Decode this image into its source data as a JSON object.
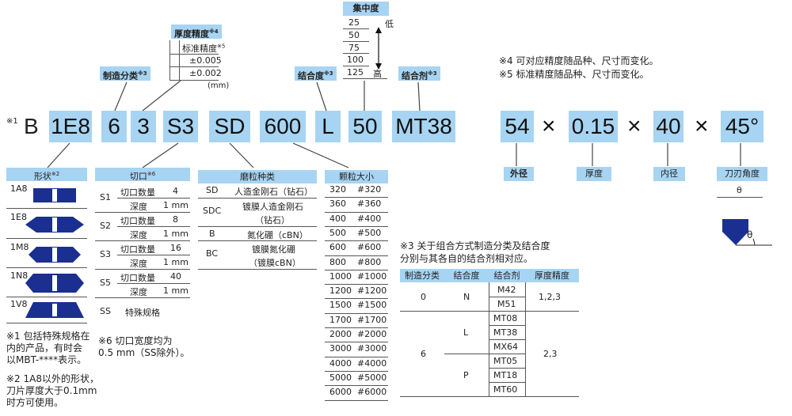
{
  "colors": {
    "accent": "#a7d4f2",
    "shape": "#1b2f91"
  },
  "config": {
    "prefix_mark": "※1",
    "prefix_letter": "B",
    "codes": [
      "1E8",
      "6",
      "3",
      "S3",
      "SD",
      "600",
      "L",
      "50",
      "MT38"
    ],
    "dims": [
      "54",
      "0.15",
      "40",
      "45°"
    ],
    "times": "×"
  },
  "labels": {
    "manufacture": "制造分类",
    "manufacture_mark": "※3",
    "thickness_precision": "厚度精度",
    "thickness_mark": "※4",
    "standard_precision": "标准精度",
    "standard_mark": "※5",
    "precision_1": "±0.005",
    "precision_2": "±0.002",
    "mm_unit": "(mm)",
    "bond_degree": "结合度",
    "bond_degree_mark": "※3",
    "concentration": "集中度",
    "bond_agent": "结合剂",
    "bond_agent_mark": "※3",
    "conc_values": [
      "25",
      "50",
      "75",
      "100",
      "125"
    ],
    "conc_low": "低",
    "conc_high": "高",
    "outer_dia": "外径",
    "thickness": "厚度",
    "inner_dia": "内径",
    "blade_angle": "刀刃角度",
    "theta": "θ"
  },
  "shape_table": {
    "header": "形状",
    "header_mark": "※2",
    "rows": [
      "1A8",
      "1E8",
      "1M8",
      "1N8",
      "1V8"
    ]
  },
  "slot_table": {
    "header": "切口",
    "header_mark": "※6",
    "rows": [
      {
        "code": "S1",
        "count_label": "切口数量",
        "count": "4",
        "depth_label": "深度",
        "depth": "1 mm"
      },
      {
        "code": "S2",
        "count_label": "切口数量",
        "count": "8",
        "depth_label": "深度",
        "depth": "1 mm"
      },
      {
        "code": "S3",
        "count_label": "切口数量",
        "count": "16",
        "depth_label": "深度",
        "depth": "1 mm"
      },
      {
        "code": "S5",
        "count_label": "切口数量",
        "count": "40",
        "depth_label": "深度",
        "depth": "1 mm"
      }
    ],
    "special_code": "SS",
    "special_label": "特殊规格"
  },
  "abrasive_table": {
    "header": "磨粒种类",
    "rows": [
      {
        "code": "SD",
        "desc": "人造金刚石（钻石）"
      },
      {
        "code": "SDC",
        "desc": "镀膜人造金刚石",
        "desc2": "（钻石）"
      },
      {
        "code": "B",
        "desc": "氮化硼（cBN）"
      },
      {
        "code": "BC",
        "desc": "镀膜氮化硼",
        "desc2": "（镀膜cBN）"
      }
    ]
  },
  "grit_table": {
    "header": "颗粒大小",
    "rows": [
      [
        "320",
        "#320"
      ],
      [
        "360",
        "#360"
      ],
      [
        "400",
        "#400"
      ],
      [
        "500",
        "#500"
      ],
      [
        "600",
        "#600"
      ],
      [
        "800",
        "#800"
      ],
      [
        "1000",
        "#1000"
      ],
      [
        "1200",
        "#1200"
      ],
      [
        "1500",
        "#1500"
      ],
      [
        "1700",
        "#1700"
      ],
      [
        "2000",
        "#2000"
      ],
      [
        "3000",
        "#3000"
      ],
      [
        "4000",
        "#4000"
      ],
      [
        "5000",
        "#5000"
      ],
      [
        "6000",
        "#6000"
      ]
    ]
  },
  "combo_note_1": "※3 关于组合方式制造分类及结合度",
  "combo_note_2": "分别与其各自的结合剂相对应。",
  "combo_table": {
    "headers": [
      "制造分类",
      "结合度",
      "结合剂",
      "厚度精度"
    ],
    "group1": {
      "mfg": "0",
      "bond": "N",
      "agents": [
        "M42",
        "M51"
      ],
      "precision": "1,2,3"
    },
    "group2": {
      "mfg": "6",
      "bond_l": "L",
      "agents_l": [
        "MT08",
        "MT38",
        "MX64"
      ],
      "bond_p": "P",
      "agents_p": [
        "MT05",
        "MT18",
        "MT60"
      ],
      "precision": "2,3"
    }
  },
  "notes": {
    "n4": "※4 可对应精度随品种、尺寸而变化。",
    "n5": "※5 标准精度随品种、尺寸而变化。",
    "n1": [
      "※1 包括特殊规格在",
      "内的产品，有时会",
      "以MBT-****表示。"
    ],
    "n2": [
      "※2 1A8以外的形状，",
      "刀片厚度大于0.1mm",
      "时方可使用。"
    ],
    "n6": [
      "※6 切口宽度均为",
      "0.5 mm（SS除外）。"
    ]
  }
}
